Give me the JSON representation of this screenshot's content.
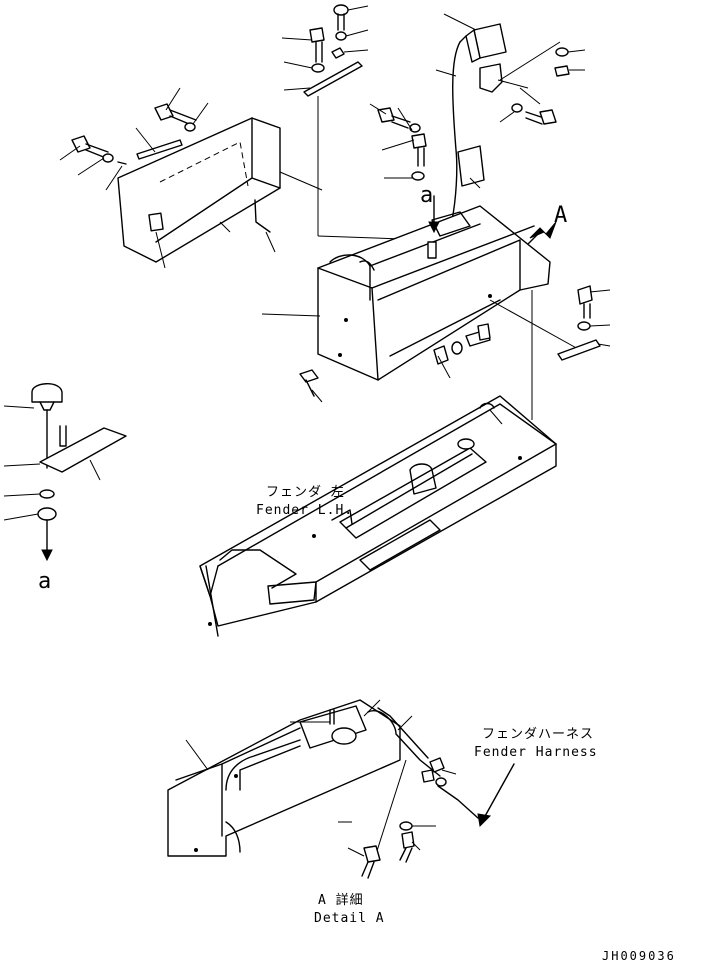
{
  "labels": {
    "view_a_marker": "A",
    "ref_a_upper": "a",
    "ref_a_lower": "a",
    "fender_lh_jp": "フェンダ 左",
    "fender_lh_en": "Fender L.H.",
    "fender_harness_jp": "フェンダハーネス",
    "fender_harness_en": "Fender Harness",
    "detail_a_jp": "A 詳細",
    "detail_a_en": "Detail A",
    "drawing_code": "JH009036"
  }
}
